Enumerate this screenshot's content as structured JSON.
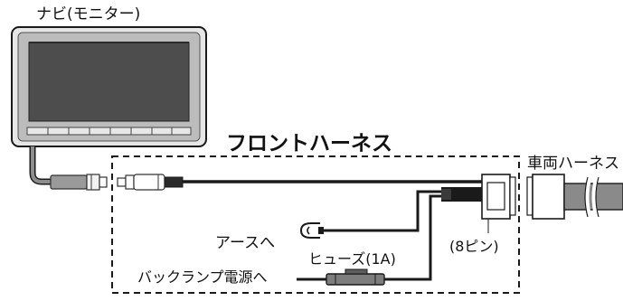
{
  "labels": {
    "monitor": "ナビ(モニター)",
    "front_harness": "フロントハーネス",
    "vehicle_harness": "車両ハーネス",
    "connector_pins": "(8ピン)",
    "earth": "アースへ",
    "fuse": "ヒューズ(1A)",
    "backlamp_power": "バックランプ電源へ"
  },
  "colors": {
    "line": "#1a1a1a",
    "monitor_screen": "#4d4d4d",
    "monitor_bezel": "#e3e3e3",
    "harness_sheath": "#8a8a8a"
  }
}
